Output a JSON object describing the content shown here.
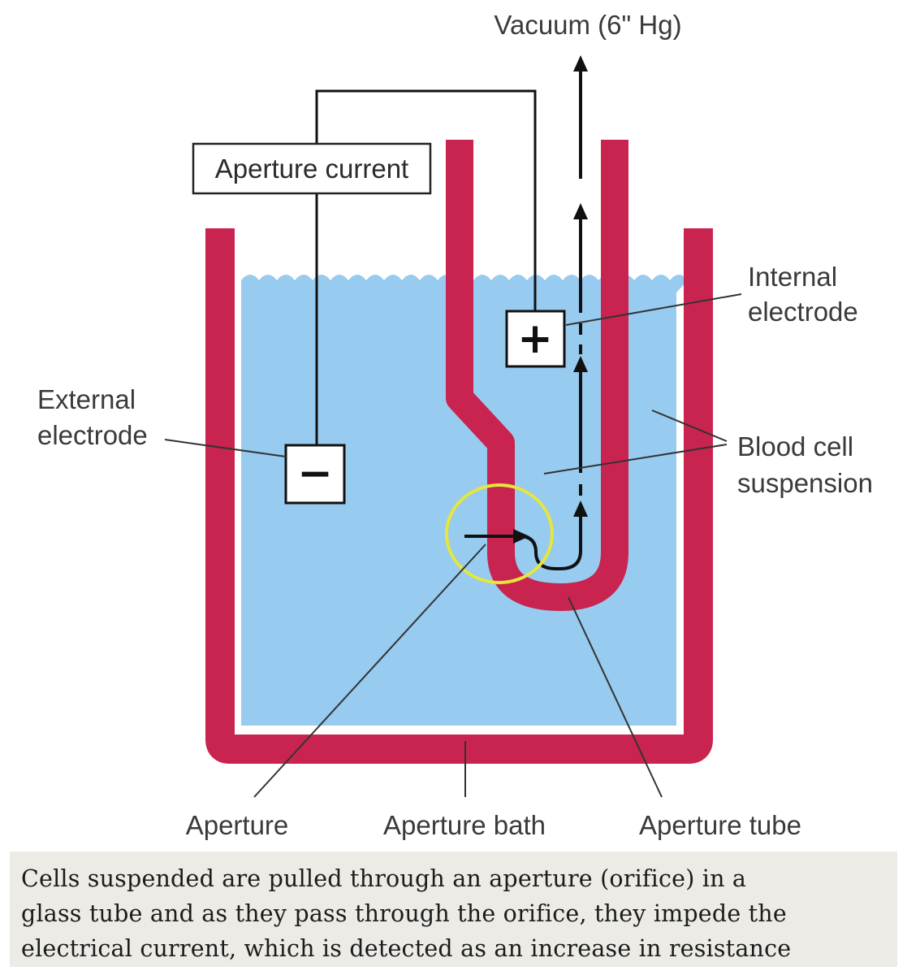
{
  "labels": {
    "vacuum": "Vacuum (6\" Hg)",
    "aperture_current": "Aperture current",
    "internal_electrode_line1": "Internal",
    "internal_electrode_line2": "electrode",
    "external_electrode_line1": "External",
    "external_electrode_line2": "electrode",
    "blood_cell_line1": "Blood cell",
    "blood_cell_line2": "suspension",
    "aperture": "Aperture",
    "aperture_bath": "Aperture bath",
    "aperture_tube": "Aperture tube",
    "plus_sign": "+",
    "minus_sign": "−"
  },
  "caption": {
    "line1": "Cells suspended are pulled through an aperture (orifice) in a",
    "line2": "glass tube and as they pass through the orifice, they impede the",
    "line3": "electrical current, which is detected as an increase in resistance"
  },
  "colors": {
    "vessel_wall": "#c8244f",
    "liquid": "#97cbf0",
    "highlight_ring": "#e6e63c",
    "caption_background": "#ecebe6"
  }
}
